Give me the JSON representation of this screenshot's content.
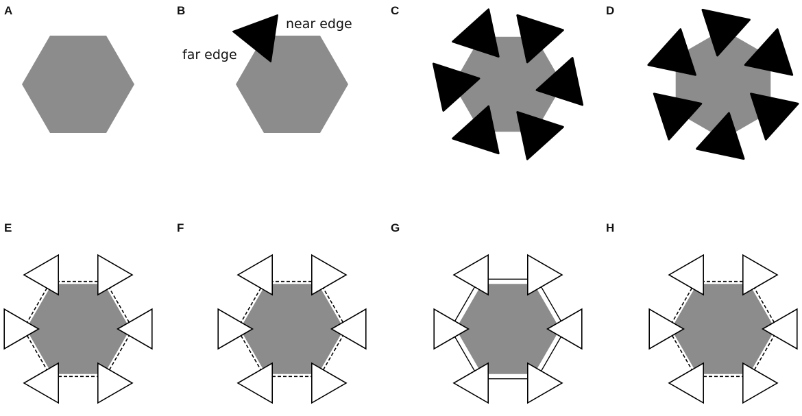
{
  "panels": [
    {
      "label": "A"
    },
    {
      "label": "B"
    },
    {
      "label": "C"
    },
    {
      "label": "D"
    },
    {
      "label": "E"
    },
    {
      "label": "F"
    },
    {
      "label": "G"
    },
    {
      "label": "H"
    }
  ],
  "annotations": {
    "near_edge": "near edge",
    "far_edge": "far edge"
  },
  "colors": {
    "hexagon_fill": "#8c8c8c",
    "inducer_fill": "#000000",
    "outline": "#000000",
    "background": "#ffffff"
  }
}
